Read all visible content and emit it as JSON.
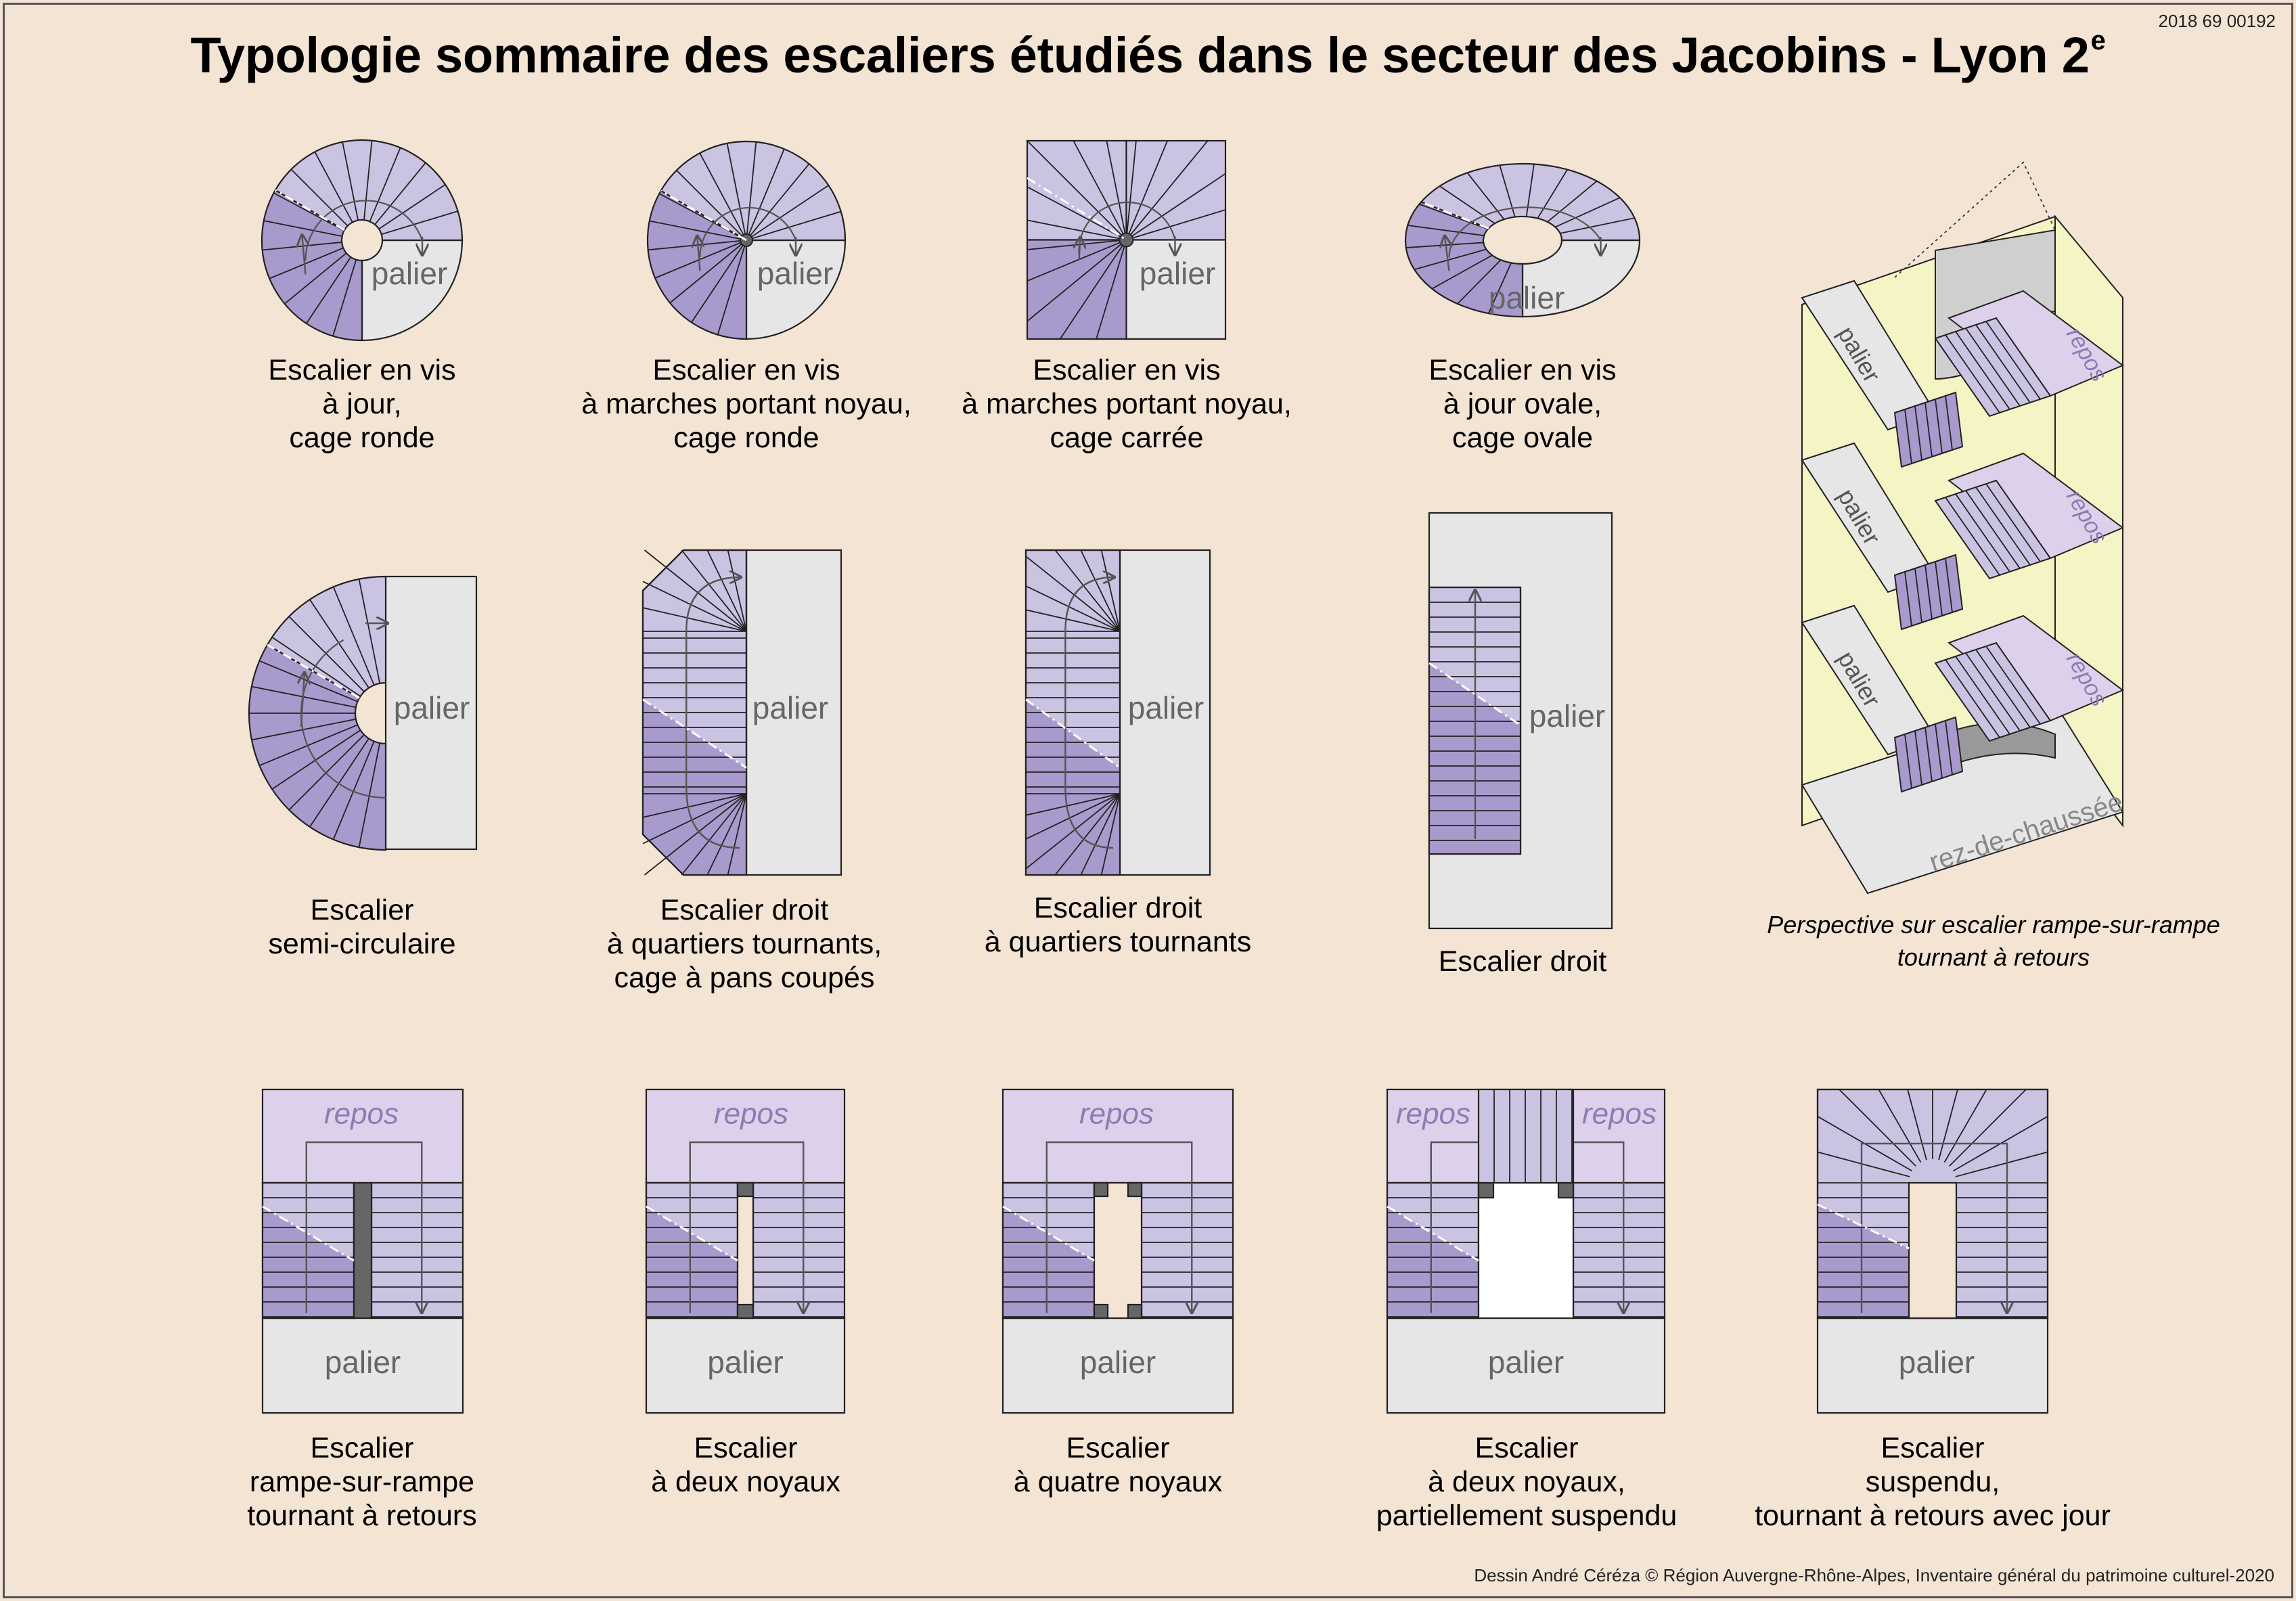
{
  "ref": "2018 69 00192",
  "title": {
    "main": "Typologie sommaire des escaliers étudiés dans le secteur des Jacobins - Lyon 2",
    "sup": "e"
  },
  "labels": {
    "palier": "palier",
    "repos": "repos",
    "rdc": "rez-de-chaussée"
  },
  "captions": [
    [
      "Escalier en vis",
      "à jour,",
      "cage ronde"
    ],
    [
      "Escalier en vis",
      "à marches portant noyau,",
      "cage ronde"
    ],
    [
      "Escalier en vis",
      "à marches portant noyau,",
      "cage carrée"
    ],
    [
      "Escalier en vis",
      "à jour ovale,",
      "cage ovale"
    ],
    [
      "Escalier",
      "semi-circulaire"
    ],
    [
      "Escalier droit",
      "à quartiers tournants,",
      "cage à pans coupés"
    ],
    [
      "Escalier droit",
      "à quartiers tournants"
    ],
    [
      "Escalier droit"
    ],
    [
      "Perspective sur escalier rampe-sur-rampe",
      "tournant à retours"
    ],
    [
      "Escalier",
      "rampe-sur-rampe",
      "tournant à retours"
    ],
    [
      "Escalier",
      "à deux noyaux"
    ],
    [
      "Escalier",
      "à quatre noyaux"
    ],
    [
      "Escalier",
      "à deux noyaux,",
      "partiellement suspendu"
    ],
    [
      "Escalier",
      "suspendu,",
      "tournant à retours avec jour"
    ]
  ],
  "credit": "Dessin André Céréza © Région Auvergne-Rhône-Alpes, Inventaire général du patrimoine culturel-2020",
  "colors": {
    "background": "#f4e4d4",
    "dark_purple": "#a89acc",
    "light_purple": "#cac3e2",
    "repos": "#ddd0ea",
    "palier": "#e6e6e6",
    "wall": "#f4f4c4"
  }
}
